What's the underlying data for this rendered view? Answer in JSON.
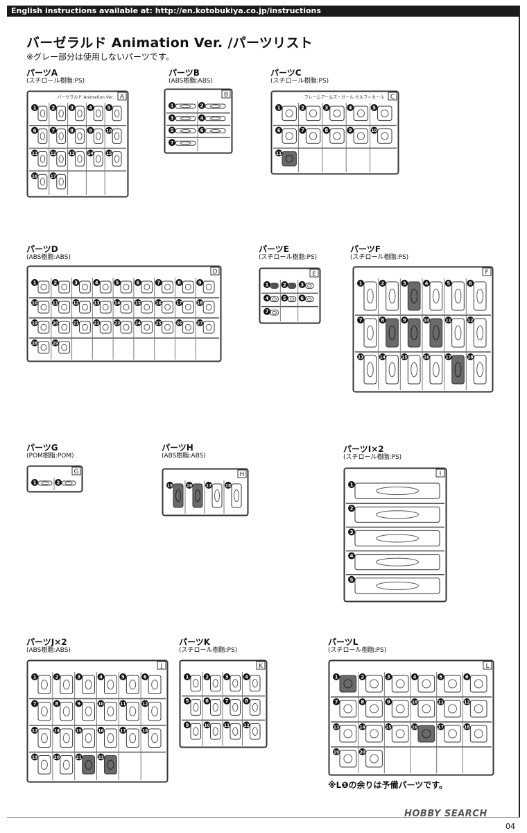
{
  "header": {
    "instructions_url": "English instructions available at: http://en.kotobukiya.co.jp/instructions"
  },
  "title": "バーゼラルド Animation Ver. /パーツリスト",
  "note": "※グレー部分は使用しないパーツです。",
  "parts": [
    {
      "label": "パーツA",
      "material": "(スチロール樹脂:PS)",
      "letter": "A",
      "banner": "バーゼラルド Animation Ver.",
      "numbers": [
        "1",
        "2",
        "3",
        "4",
        "5",
        "6",
        "7",
        "8",
        "9",
        "10",
        "11",
        "12",
        "13",
        "14",
        "15",
        "16",
        "17"
      ],
      "grey": []
    },
    {
      "label": "パーツB",
      "material": "(ABS樹脂:ABS)",
      "letter": "B",
      "banner": "",
      "numbers": [
        "1",
        "2",
        "3",
        "4",
        "5",
        "6",
        "7"
      ],
      "grey": []
    },
    {
      "label": "パーツC",
      "material": "(スチロール樹脂:PS)",
      "letter": "C",
      "banner": "フレームアームズ・ガール ゼルフィカール",
      "numbers": [
        "1",
        "2",
        "3",
        "4",
        "5",
        "6",
        "7",
        "8",
        "9",
        "10",
        "11"
      ],
      "grey": [
        "11"
      ]
    },
    {
      "label": "パーツD",
      "material": "(ABS樹脂:ABS)",
      "letter": "D",
      "banner": "",
      "numbers": [
        "1",
        "2",
        "3",
        "4",
        "5",
        "6",
        "7",
        "8",
        "9",
        "10",
        "11",
        "12",
        "13",
        "14",
        "15",
        "16",
        "17",
        "18",
        "19",
        "20",
        "21",
        "22",
        "23",
        "24",
        "25",
        "26",
        "27",
        "28",
        "29"
      ],
      "grey": []
    },
    {
      "label": "パーツE",
      "material": "(スチロール樹脂:PS)",
      "letter": "E",
      "banner": "",
      "numbers": [
        "1",
        "2",
        "3",
        "4",
        "5",
        "6",
        "7"
      ],
      "grey": [
        "1",
        "2"
      ]
    },
    {
      "label": "パーツF",
      "material": "(スチロール樹脂:PS)",
      "letter": "F",
      "banner": "",
      "numbers": [
        "1",
        "2",
        "3",
        "4",
        "5",
        "6",
        "7",
        "8",
        "9",
        "10",
        "11",
        "12",
        "13",
        "14",
        "15",
        "16",
        "17",
        "18"
      ],
      "grey": [
        "3",
        "8",
        "9",
        "10",
        "17"
      ]
    },
    {
      "label": "パーツG",
      "material": "(POM樹脂:POM)",
      "letter": "G",
      "banner": "",
      "numbers": [
        "1",
        "2"
      ],
      "grey": []
    },
    {
      "label": "パーツH",
      "material": "(ABS樹脂:ABS)",
      "letter": "H",
      "banner": "",
      "numbers": [
        "15",
        "16",
        "17",
        "18"
      ],
      "grey": [
        "15",
        "16"
      ]
    },
    {
      "label": "パーツI×2",
      "material": "(スチロール樹脂:PS)",
      "letter": "I",
      "banner": "",
      "numbers": [
        "1",
        "2",
        "3",
        "4",
        "5"
      ],
      "grey": []
    },
    {
      "label": "パーツJ×2",
      "material": "(ABS樹脂:ABS)",
      "letter": "J",
      "banner": "",
      "numbers": [
        "1",
        "2",
        "3",
        "4",
        "5",
        "6",
        "7",
        "8",
        "9",
        "10",
        "11",
        "12",
        "13",
        "14",
        "15",
        "16",
        "17",
        "18",
        "19",
        "20",
        "21",
        "22"
      ],
      "grey": [
        "21",
        "22"
      ]
    },
    {
      "label": "パーツK",
      "material": "(スチロール樹脂:PS)",
      "letter": "K",
      "banner": "",
      "numbers": [
        "1",
        "2",
        "3",
        "4",
        "5",
        "6",
        "7",
        "8",
        "9",
        "10",
        "11",
        "12"
      ],
      "grey": []
    },
    {
      "label": "パーツL",
      "material": "(スチロール樹脂:PS)",
      "letter": "L",
      "banner": "",
      "numbers": [
        "1",
        "2",
        "3",
        "4",
        "5",
        "6",
        "7",
        "8",
        "9",
        "10",
        "11",
        "12",
        "13",
        "14",
        "15",
        "16",
        "17",
        "18",
        "19",
        "20"
      ],
      "grey": [
        "1",
        "16"
      ]
    }
  ],
  "footnote": "※L❶の余りは予備パーツです。",
  "watermark": "HOBBY SEARCH",
  "page_number": "04"
}
